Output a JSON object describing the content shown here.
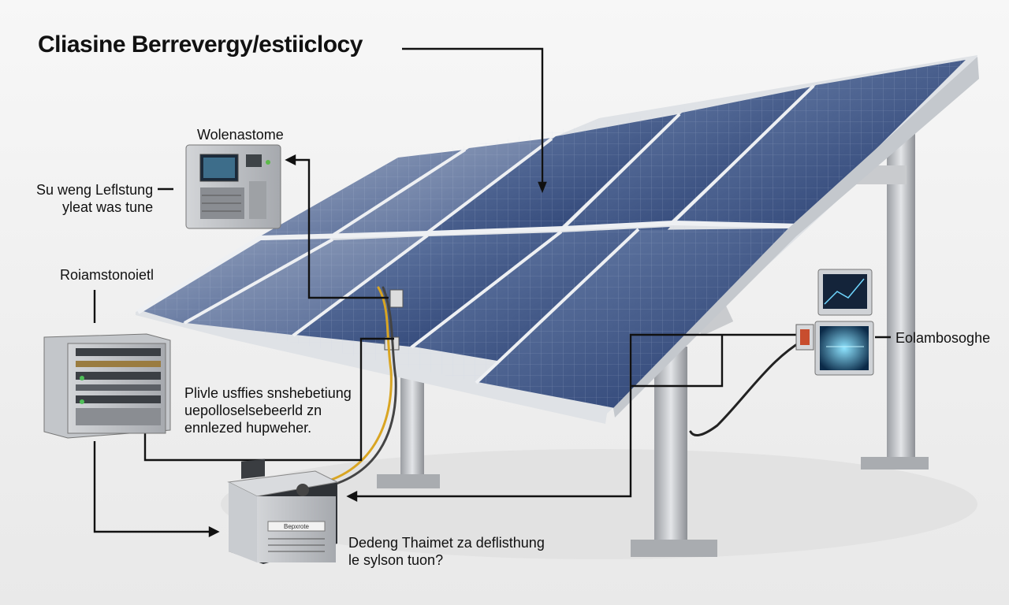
{
  "diagram": {
    "title": "Cliasine Berrevergy/estiiclocy",
    "labels": {
      "monitor_unit": "Wolenastome",
      "left_note_line1": "Su weng Leflstung",
      "left_note_line2": "yleat was tune",
      "rack_label": "Roiamstonoietl",
      "center_note_line1": "Plivle usffies snshebetiung",
      "center_note_line2": "uepolloselsebeerld zn",
      "center_note_line3": "ennlezed hupweher.",
      "right_label": "Eolambosoghe",
      "bottom_note_line1": "Dedeng Thaimet za deflisthung",
      "bottom_note_line2": "le sylson tuon?"
    },
    "device_text": {
      "inverter_plate": "Bepxrote"
    }
  }
}
